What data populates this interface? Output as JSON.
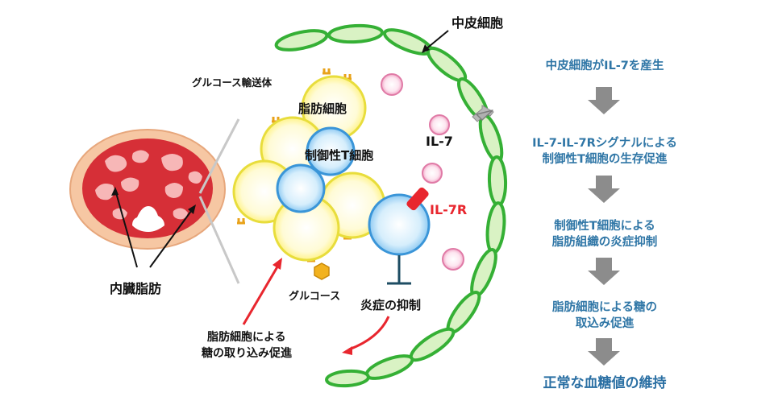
{
  "labels": {
    "mesothelial": "中皮細胞",
    "glucose_transporter": "グルコース輸送体",
    "adipocyte": "脂肪細胞",
    "treg": "制御性T細胞",
    "il7": "IL-7",
    "il7r": "IL-7R",
    "visceral_fat": "内臓脂肪",
    "glucose": "グルコース",
    "inflammation_suppression": "炎症の抑制",
    "glucose_uptake_line1": "脂肪細胞による",
    "glucose_uptake_line2": "糖の取り込み促進"
  },
  "flow": [
    {
      "line1": "中皮細胞がIL-7を産生",
      "line2": ""
    },
    {
      "line1": "IL-7-IL-7Rシグナルによる",
      "line2": "制御性T細胞の生存促進"
    },
    {
      "line1": "制御性T細胞による",
      "line2": "脂肪組織の炎症抑制"
    },
    {
      "line1": "脂肪細胞による糖の",
      "line2": "取込み促進"
    },
    {
      "line1": "正常な血糖値の維持",
      "line2": ""
    }
  ],
  "colors": {
    "mesothelial_fill": "#d9f2c4",
    "mesothelial_stroke": "#35b035",
    "adipocyte_fill": "#fffbd0",
    "adipocyte_stroke": "#e8dd3c",
    "treg_fill": "#bfe3fb",
    "treg_stroke": "#3a95d8",
    "il7_fill": "#fbe0ec",
    "il7_stroke": "#e07aa6",
    "receptor": "#e8262e",
    "arrow_red": "#e8262e",
    "flow_text": "#2f76a6",
    "flow_arrow": "#8c8c8c",
    "inhibit": "#1e4d63",
    "glucose_fill": "#f2b21e"
  }
}
